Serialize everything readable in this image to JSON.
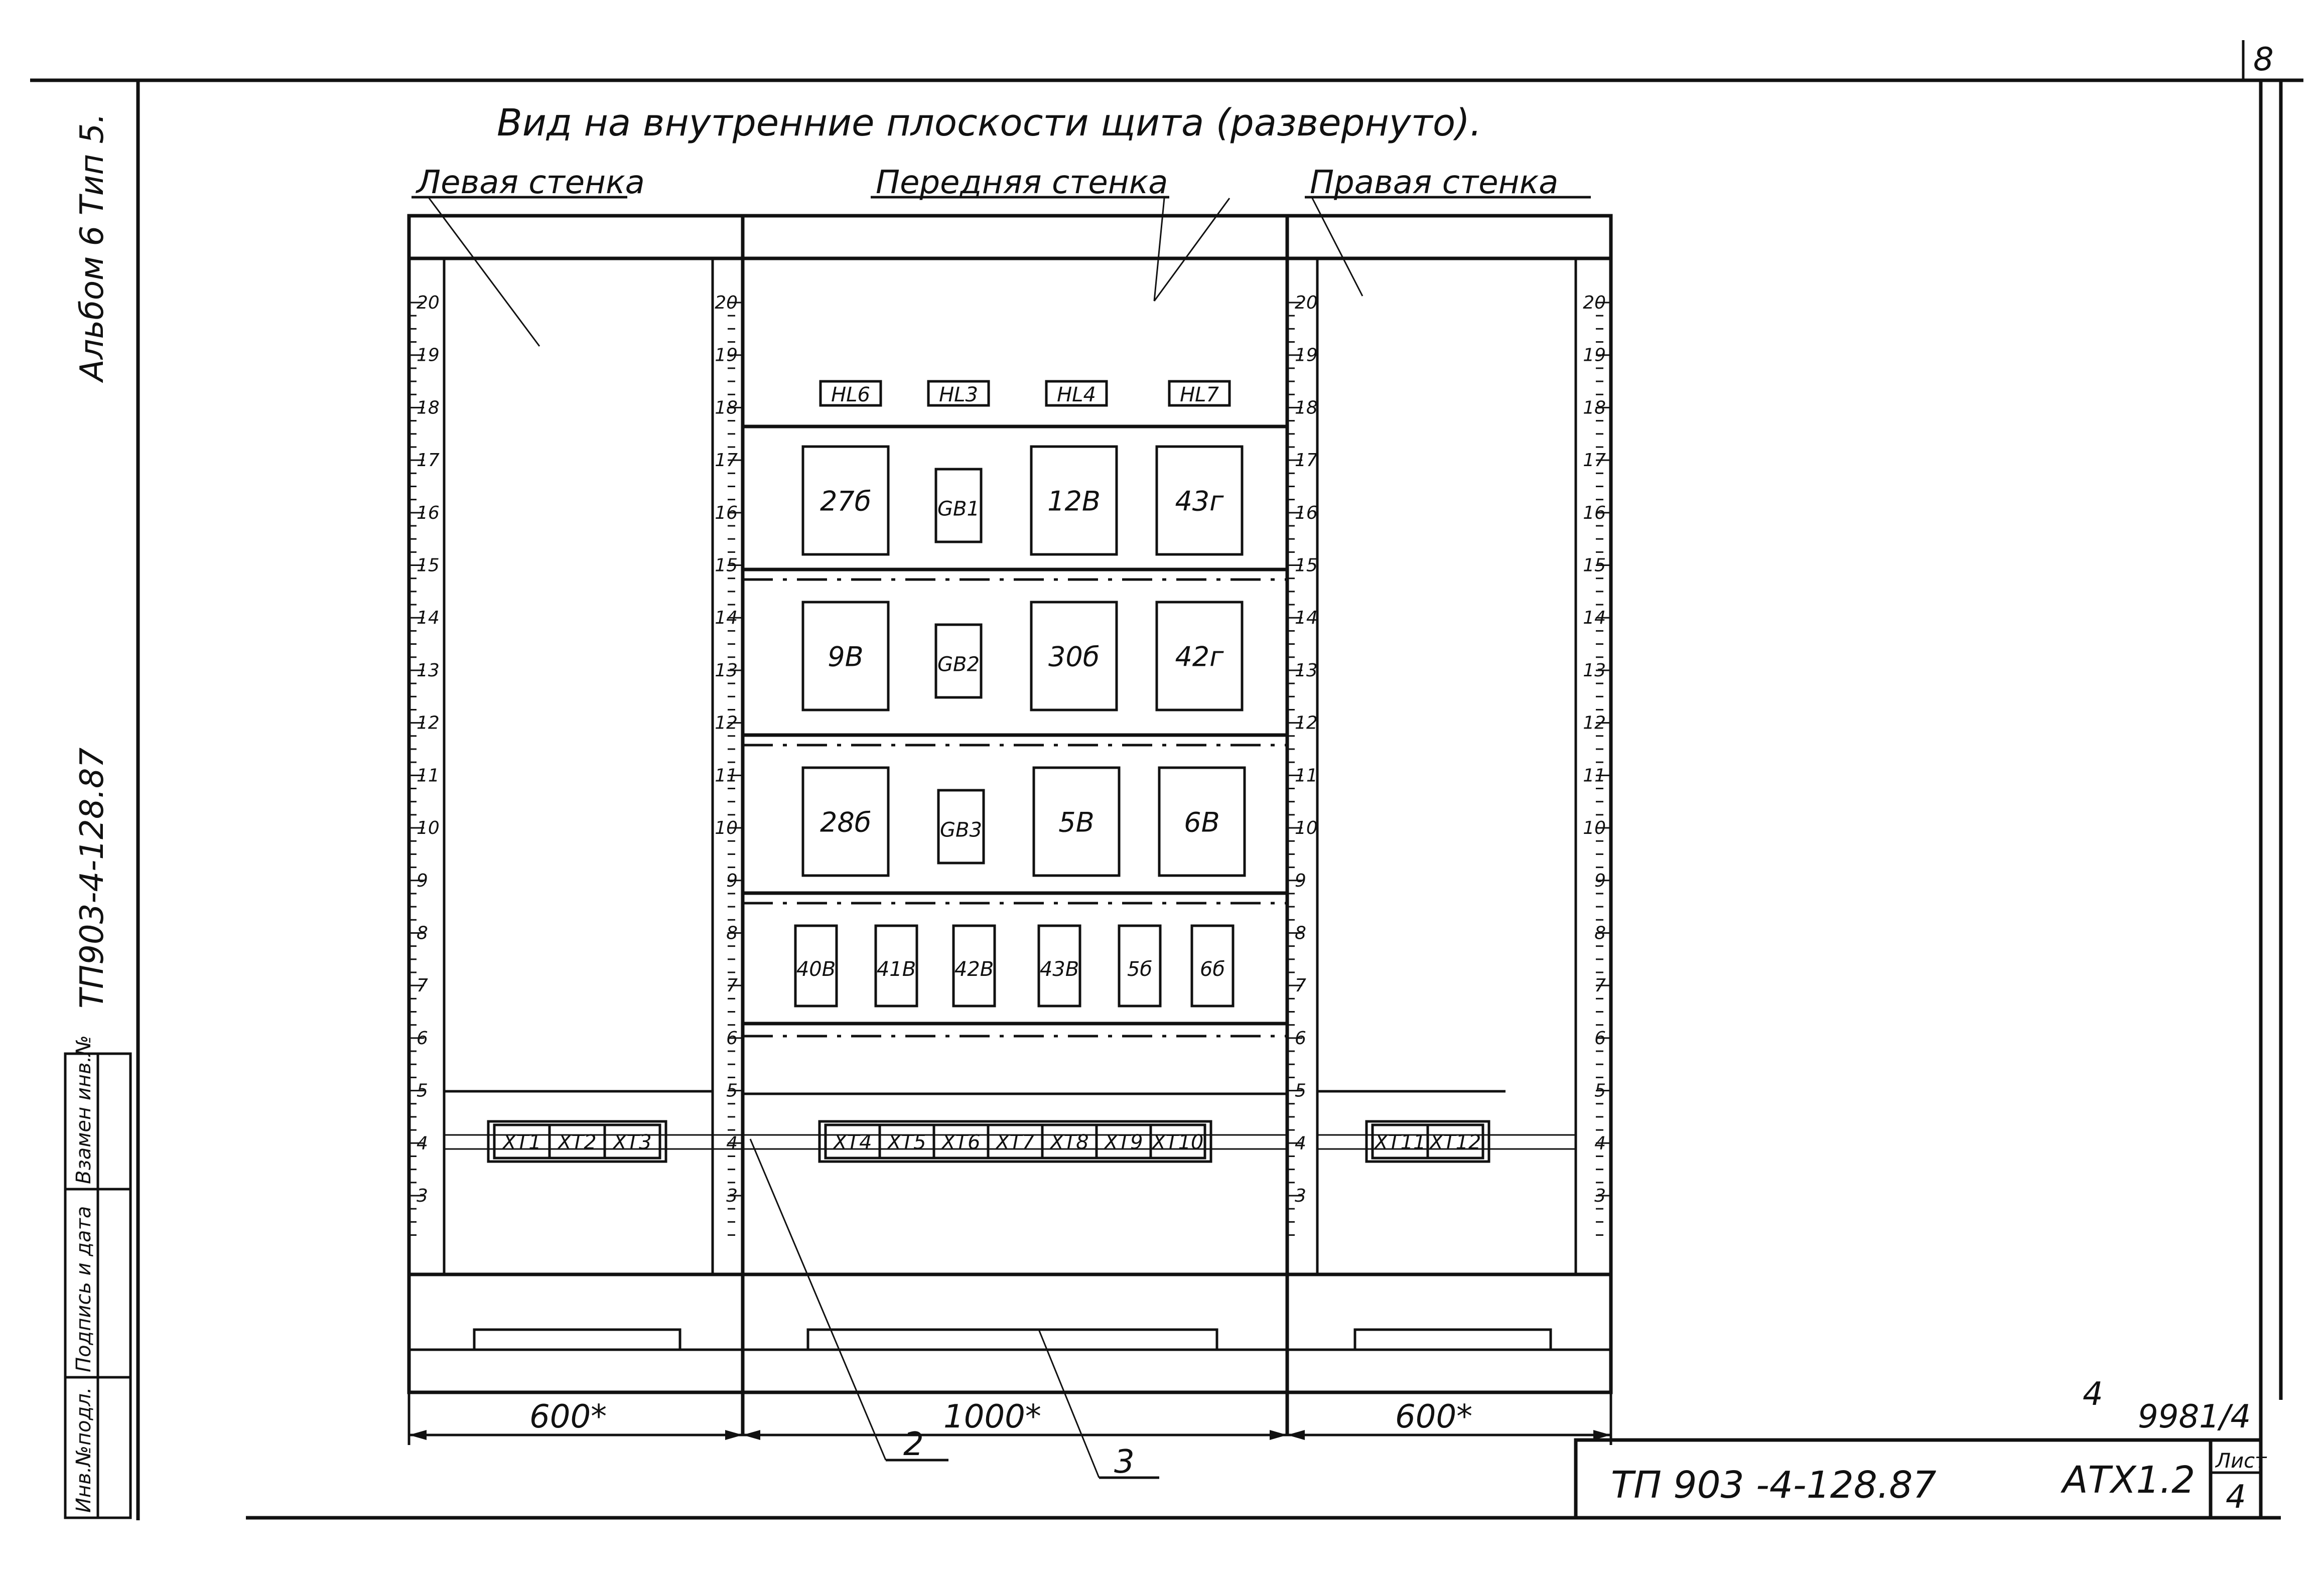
{
  "sheet_corner_number": "8",
  "sheet": {
    "title": "Вид на внутренние плоскости щита (развернуто).",
    "walls": [
      {
        "id": "left",
        "label": "Левая стенка"
      },
      {
        "id": "front",
        "label": "Передняя стенка"
      },
      {
        "id": "right",
        "label": "Правая стенка"
      }
    ]
  },
  "side_margin": {
    "album": "Альбом 6 Тип 5.",
    "doc_code": "ТП903-4-128.87",
    "stamp_cells": [
      "Инв.№подл.",
      "Подпись и дата",
      "Взамен инв.№"
    ]
  },
  "front_panel": {
    "lamps": [
      "HL6",
      "HL3",
      "HL4",
      "HL7"
    ],
    "row1": [
      "27б",
      "GB1",
      "12В",
      "43г"
    ],
    "row2": [
      "9В",
      "GB2",
      "30б",
      "42г"
    ],
    "row3": [
      "28б",
      "GB3",
      "5В",
      "6В"
    ],
    "row4": [
      "40В",
      "41В",
      "42В",
      "43В",
      "5б",
      "6б"
    ]
  },
  "terminals": {
    "left": [
      "XT1",
      "XT2",
      "XT3"
    ],
    "front": [
      "XT4",
      "XT5",
      "XT6",
      "XT7",
      "XT8",
      "XT9",
      "XT10"
    ],
    "right": [
      "XT11",
      "XT12"
    ]
  },
  "scale_marks_left_outer": [
    "20",
    "19",
    "18",
    "17",
    "16",
    "15",
    "14",
    "13",
    "12",
    "11",
    "10",
    "9",
    "8",
    "7",
    "6",
    "5",
    "4",
    "3"
  ],
  "scale_marks_left_inner": [
    "20",
    "19",
    "18",
    "17",
    "16",
    "15",
    "14",
    "13",
    "12",
    "11",
    "10",
    "9",
    "8",
    "7",
    "6",
    "5",
    "4",
    "3"
  ],
  "scale_marks_right_inner": [
    "20",
    "19",
    "18",
    "17",
    "16",
    "15",
    "14",
    "13",
    "12",
    "11",
    "10",
    "9",
    "8",
    "7",
    "6",
    "5",
    "4",
    "3"
  ],
  "scale_marks_right_outer": [
    "20",
    "19",
    "18",
    "17",
    "16",
    "15",
    "14",
    "13",
    "12",
    "11",
    "10",
    "9",
    "8",
    "7",
    "6",
    "5",
    "4",
    "3"
  ],
  "dimensions": {
    "left": "600*",
    "front": "1000*",
    "right": "600*"
  },
  "callouts": [
    "2",
    "3"
  ],
  "inventory_note": "9981/4",
  "inventory_mark": "4",
  "title_block": {
    "project": "ТП 903 -4-128.87",
    "sheet_code": "АТХ1.2",
    "sheet_label": "Лист",
    "sheet_number": "4"
  }
}
